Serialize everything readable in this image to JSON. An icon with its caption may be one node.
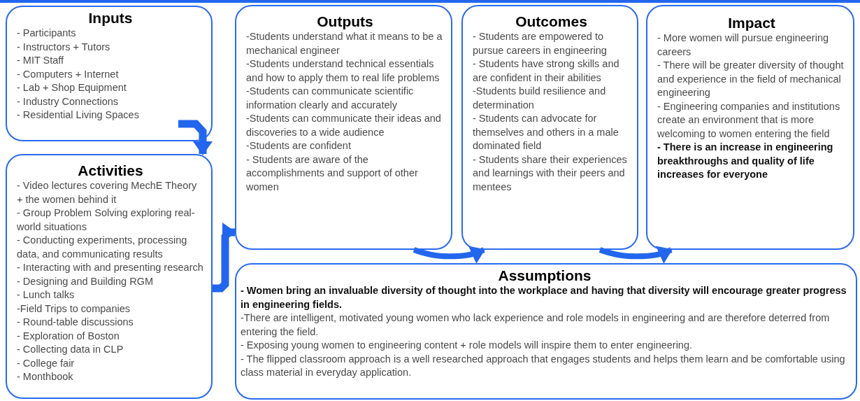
{
  "diagram": {
    "nodes": [
      {
        "text": [
          "Inputs",
          "- Participants",
          "- Instructors + Tutors",
          "- MIT Staff",
          "- Computers + Internet",
          "- Lab + Shop Equipment",
          "- Industry Connections",
          "- Residential Living Spaces"
        ]
      },
      {
        "text": [
          "Activities",
          "- Video lectures covering MechE Theory + the women behind it",
          "- Group Problem Solving exploring real-world situations",
          "-  Conducting experiments, processing data, and communicating results",
          "- Interacting with and presenting research",
          "-  Designing and Building RGM",
          "- Lunch talks",
          "-Field Trips to  companies",
          "- Round-table discussions",
          "- Exploration of Boston",
          "- Collecting data in CLP",
          "- College fair",
          "- Monthbook"
        ]
      },
      {
        "text": [
          "Outputs",
          "-Students understand what it means to be a mechanical engineer",
          "-Students understand technical essentials and how to apply them to real life problems",
          "-Students can communicate scientific information clearly and accurately",
          "-Students can communicate their ideas and discoveries to a wide audience",
          "-Students are confident",
          "- Students are aware of the accomplishments and support of other women"
        ]
      },
      {
        "text": [
          "Outcomes",
          "- Students are empowered to pursue careers in engineering",
          "- Students have strong skills and are confident in their abilities",
          "-Students build resilience and determination",
          "- Students can advocate for themselves and others in a male dominated field",
          "- Students share their experiences and learnings with their peers and mentees"
        ]
      },
      {
        "text": [
          "Impact",
          "- More women will pursue engineering careers",
          "- There will be greater diversity of thought and experience in the field of mechanical engineering",
          "- Engineering companies and institutions create an environment that is more welcoming to women entering the field",
          "**- There is an increase in engineering breakthroughs and quality of life increases for everyone**"
        ]
      },
      {
        "text": [
          "Assumptions",
          "**- Women bring an invaluable diversity of thought into the workplace and having that diversity will encourage greater progress in engineering fields.**",
          "-There are intelligent, motivated young women who lack experience and role models in engineering and are therefore deterred from entering the field.",
          "- Exposing young women to engineering content + role models will inspire them to enter engineering.",
          "- The flipped classroom approach is a well researched approach that engages students and helps them learn and be comfortable using class material in everyday application."
        ]
      }
    ],
    "edges": [
      {
        "from": 0,
        "to": 1,
        "arrow": "to"
      },
      {
        "from": 1,
        "to": 2,
        "arrow": "to"
      },
      {
        "from": 2,
        "to": 3,
        "arrow": "to"
      },
      {
        "from": 3,
        "to": 4,
        "arrow": "to"
      }
    ]
  }
}
